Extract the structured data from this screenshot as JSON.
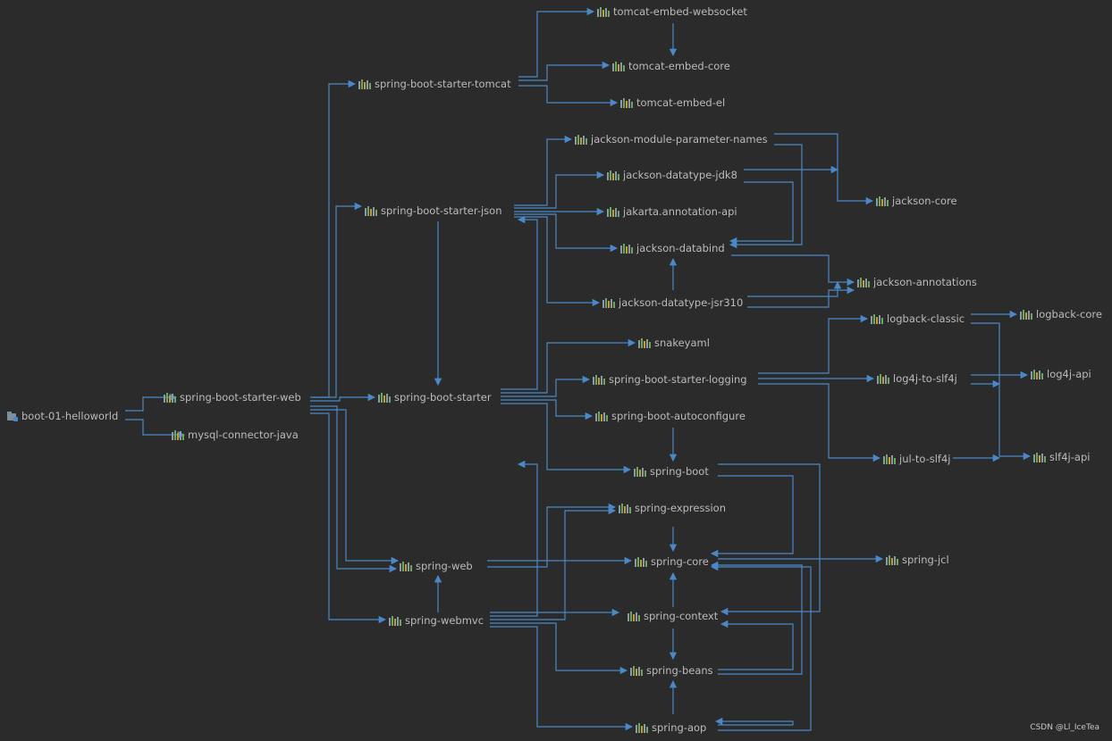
{
  "root": {
    "label": "boot-01-helloworld"
  },
  "nodes": [
    {
      "id": "web",
      "label": "spring-boot-starter-web"
    },
    {
      "id": "mysql",
      "label": "mysql-connector-java"
    },
    {
      "id": "tomcat_starter",
      "label": "spring-boot-starter-tomcat"
    },
    {
      "id": "json_starter",
      "label": "spring-boot-starter-json"
    },
    {
      "id": "starter",
      "label": "spring-boot-starter"
    },
    {
      "id": "spring_web",
      "label": "spring-web"
    },
    {
      "id": "webmvc",
      "label": "spring-webmvc"
    },
    {
      "id": "tc_ws",
      "label": "tomcat-embed-websocket"
    },
    {
      "id": "tc_core",
      "label": "tomcat-embed-core"
    },
    {
      "id": "tc_el",
      "label": "tomcat-embed-el"
    },
    {
      "id": "jmpn",
      "label": "jackson-module-parameter-names"
    },
    {
      "id": "jdt8",
      "label": "jackson-datatype-jdk8"
    },
    {
      "id": "jakarta",
      "label": "jakarta.annotation-api"
    },
    {
      "id": "jdatabind",
      "label": "jackson-databind"
    },
    {
      "id": "jsr310",
      "label": "jackson-datatype-jsr310"
    },
    {
      "id": "jcore",
      "label": "jackson-core"
    },
    {
      "id": "jann",
      "label": "jackson-annotations"
    },
    {
      "id": "snake",
      "label": "snakeyaml"
    },
    {
      "id": "logging",
      "label": "spring-boot-starter-logging"
    },
    {
      "id": "autoconf",
      "label": "spring-boot-autoconfigure"
    },
    {
      "id": "boot",
      "label": "spring-boot"
    },
    {
      "id": "lbclassic",
      "label": "logback-classic"
    },
    {
      "id": "lbcore",
      "label": "logback-core"
    },
    {
      "id": "log4j2slf",
      "label": "log4j-to-slf4j"
    },
    {
      "id": "log4japi",
      "label": "log4j-api"
    },
    {
      "id": "jul",
      "label": "jul-to-slf4j"
    },
    {
      "id": "slf4j",
      "label": "slf4j-api"
    },
    {
      "id": "expr",
      "label": "spring-expression"
    },
    {
      "id": "core",
      "label": "spring-core"
    },
    {
      "id": "ctx",
      "label": "spring-context"
    },
    {
      "id": "beans",
      "label": "spring-beans"
    },
    {
      "id": "aop",
      "label": "spring-aop"
    },
    {
      "id": "jcl",
      "label": "spring-jcl"
    }
  ],
  "watermark": "CSDN @Ll_IceTea",
  "colors": {
    "background": "#2b2b2b",
    "edge": "#4a88c7",
    "text": "#bbbbbb"
  },
  "icons": {
    "root": "module-icon",
    "dependency": "jar-icon"
  }
}
